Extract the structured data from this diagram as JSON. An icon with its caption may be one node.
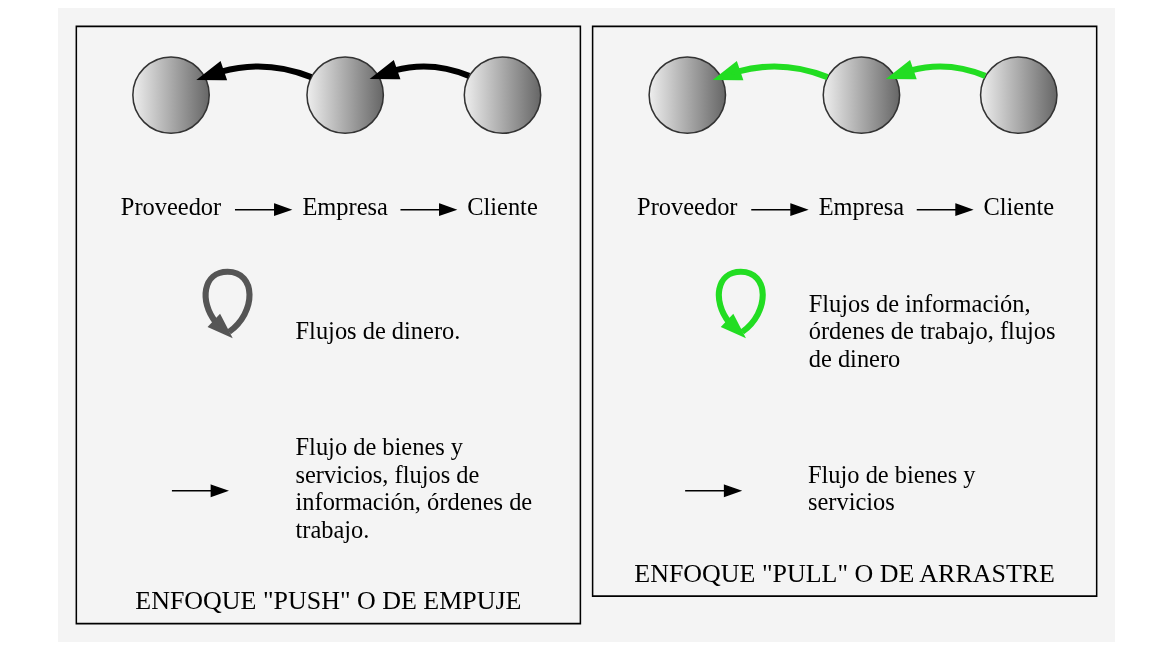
{
  "diagram": {
    "nodes": [
      {
        "text": [
          "ENFOQUE \"PUSH\" O DE EMPUJE"
        ]
      },
      {
        "text": [],
        "shape": "circle",
        "in": 0
      },
      {
        "text": [],
        "shape": "circle",
        "in": 0
      },
      {
        "text": [],
        "shape": "circle",
        "in": 0
      },
      {
        "text": [
          "Proveedor"
        ],
        "in": 0
      },
      {
        "text": [
          "Empresa"
        ],
        "in": 0
      },
      {
        "text": [
          "Cliente"
        ],
        "in": 0
      },
      {
        "text": [
          "ENFOQUE \"PULL\" O DE ARRASTRE"
        ]
      },
      {
        "text": [],
        "shape": "circle",
        "in": 7
      },
      {
        "text": [],
        "shape": "circle",
        "in": 7
      },
      {
        "text": [],
        "shape": "circle",
        "in": 7
      },
      {
        "text": [
          "Proveedor"
        ],
        "in": 7
      },
      {
        "text": [
          "Empresa"
        ],
        "in": 7
      },
      {
        "text": [
          "Cliente"
        ],
        "in": 7
      }
    ],
    "edges": [
      {
        "from": 2,
        "to": 1,
        "arrow": "to",
        "style": "thick"
      },
      {
        "from": 3,
        "to": 2,
        "arrow": "to",
        "style": "thick"
      },
      {
        "from": 4,
        "to": 5,
        "arrow": "to"
      },
      {
        "from": 5,
        "to": 6,
        "arrow": "to"
      },
      {
        "from": 9,
        "to": 8,
        "arrow": "to",
        "style": "thick",
        "color": "#22dd22"
      },
      {
        "from": 10,
        "to": 9,
        "arrow": "to",
        "style": "thick",
        "color": "#22dd22"
      },
      {
        "from": 11,
        "to": 12,
        "arrow": "to"
      },
      {
        "from": 12,
        "to": 13,
        "arrow": "to"
      }
    ],
    "legend": [
      {
        "text": "Flujos de dinero."
      },
      {
        "text": "Flujo de bienes y servicios, flujos de información, órdenes de trabajo."
      },
      {
        "text": "Flujos de información, órdenes de trabajo, flujos de dinero"
      },
      {
        "text": "Flujo de bienes y servicios"
      }
    ]
  }
}
